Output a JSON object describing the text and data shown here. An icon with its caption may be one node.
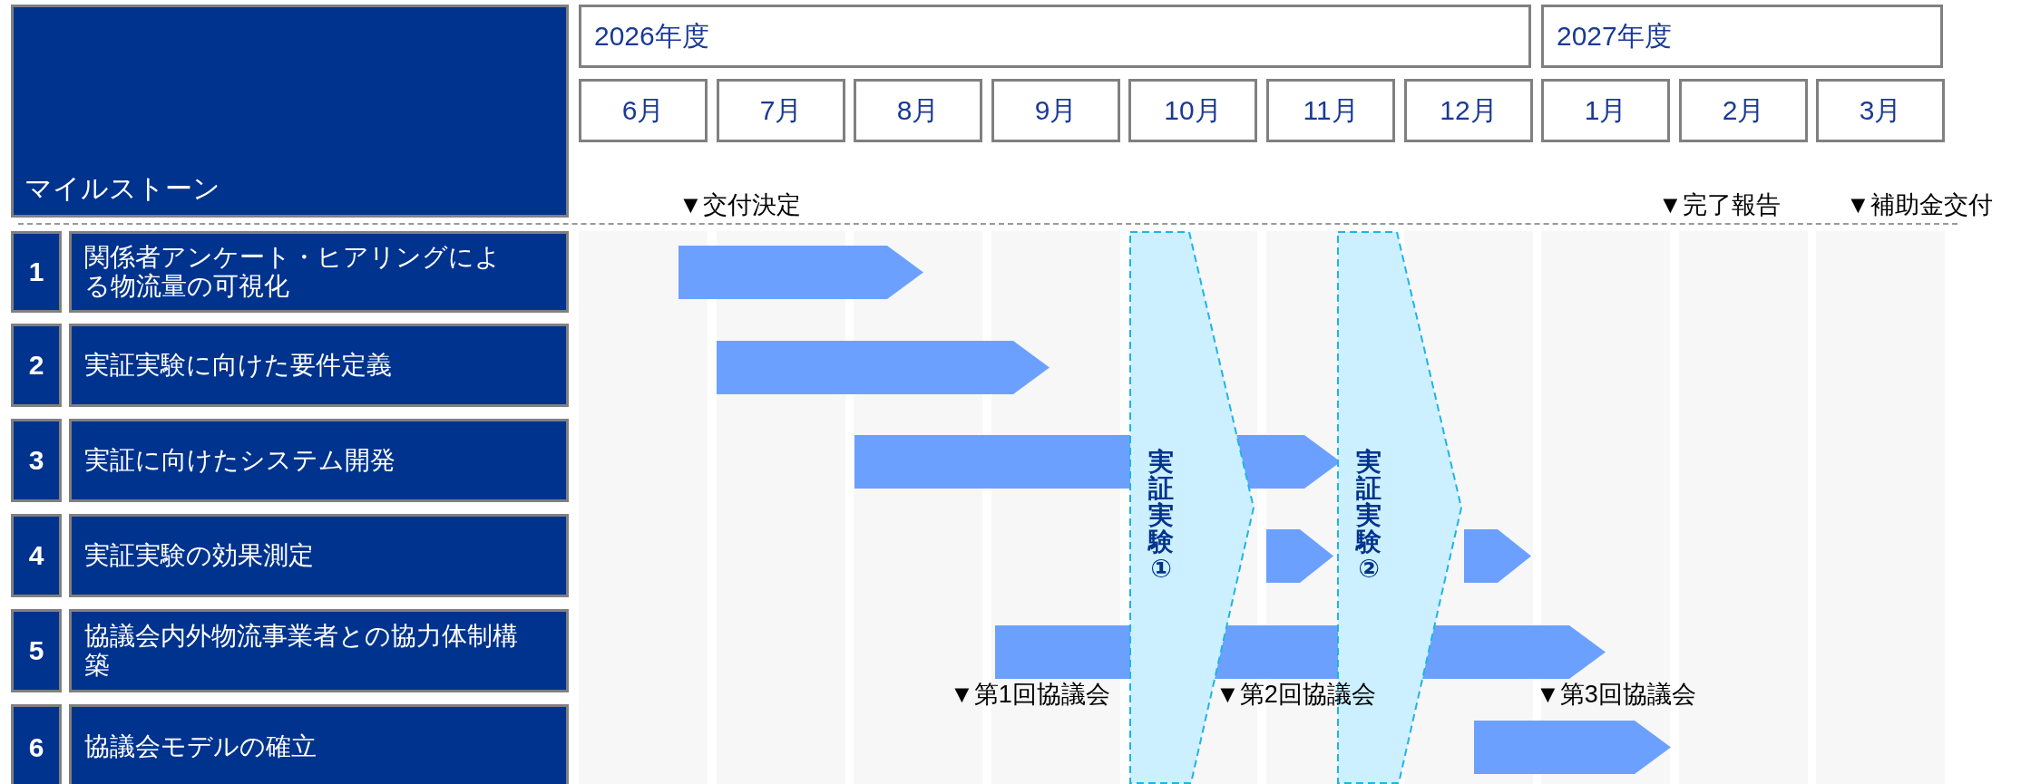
{
  "diagram": {
    "nodes": [
      {
        "text": [
          "マイルストーン"
        ]
      },
      {
        "text": [
          "2026年度"
        ]
      },
      {
        "text": [
          "2027年度"
        ]
      },
      {
        "text": [
          "6月"
        ]
      },
      {
        "text": [
          "7月"
        ]
      },
      {
        "text": [
          "8月"
        ]
      },
      {
        "text": [
          "9月"
        ]
      },
      {
        "text": [
          "10月"
        ]
      },
      {
        "text": [
          "11月"
        ]
      },
      {
        "text": [
          "12月"
        ]
      },
      {
        "text": [
          "1月"
        ]
      },
      {
        "text": [
          "2月"
        ]
      },
      {
        "text": [
          "3月"
        ]
      },
      {
        "text": [
          "1"
        ]
      },
      {
        "text": [
          "関係者アンケート・ヒアリングによる物流量の可視化"
        ]
      },
      {
        "text": [
          "2"
        ]
      },
      {
        "text": [
          "実証実験に向けた要件定義"
        ]
      },
      {
        "text": [
          "3"
        ]
      },
      {
        "text": [
          "実証に向けたシステム開発"
        ]
      },
      {
        "text": [
          "4"
        ]
      },
      {
        "text": [
          "実証実験の効果測定"
        ]
      },
      {
        "text": [
          "5"
        ]
      },
      {
        "text": [
          "協議会内外物流事業者との協力体制構築"
        ]
      },
      {
        "text": [
          "6"
        ]
      },
      {
        "text": [
          "協議会モデルの確立"
        ]
      },
      {
        "text": [
          "実証実験①"
        ]
      },
      {
        "text": [
          "実証実験②"
        ]
      }
    ],
    "labels": [
      "▼交付決定",
      "▼完了報告",
      "▼補助金交付",
      "▼第1回協議会",
      "▼第2回協議会",
      "▼第3回協議会"
    ]
  }
}
